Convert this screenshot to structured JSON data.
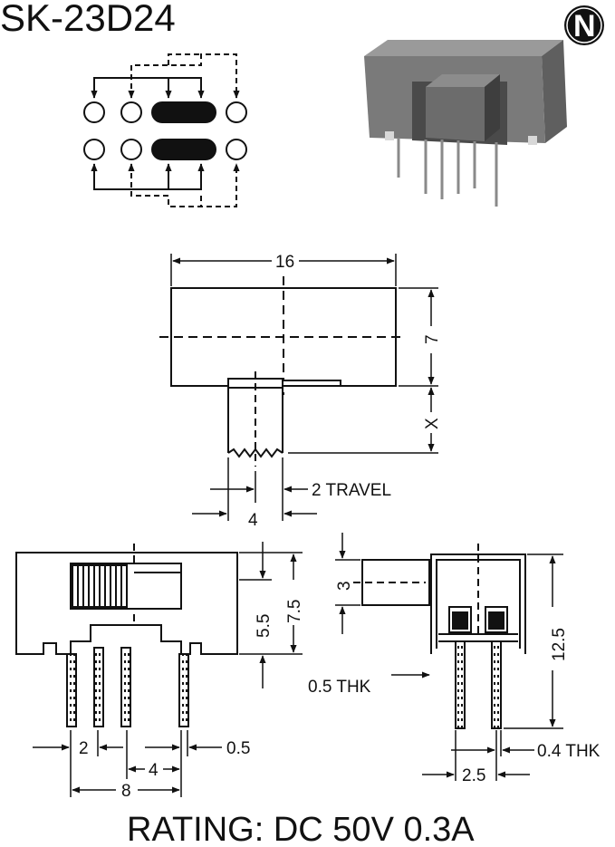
{
  "title": "SK-23D24",
  "logo": {
    "letter": "N"
  },
  "dimensions": {
    "width": "16",
    "height": "7",
    "actuator": "X",
    "travel": "2 TRAVEL",
    "actuator_width": "4",
    "front_height_inner": "5.5",
    "front_height_total": "7.5",
    "pin_pitch_left": "2",
    "pin_width": "0.5",
    "pin_spacing": "4",
    "pin_span": "8",
    "knob_height": "3",
    "side_height": "12.5",
    "side_thickness": "0.5 THK",
    "pin_thickness": "0.4 THK",
    "side_pin_pitch": "2.5"
  },
  "rating": "RATING: DC 50V 0.3A"
}
